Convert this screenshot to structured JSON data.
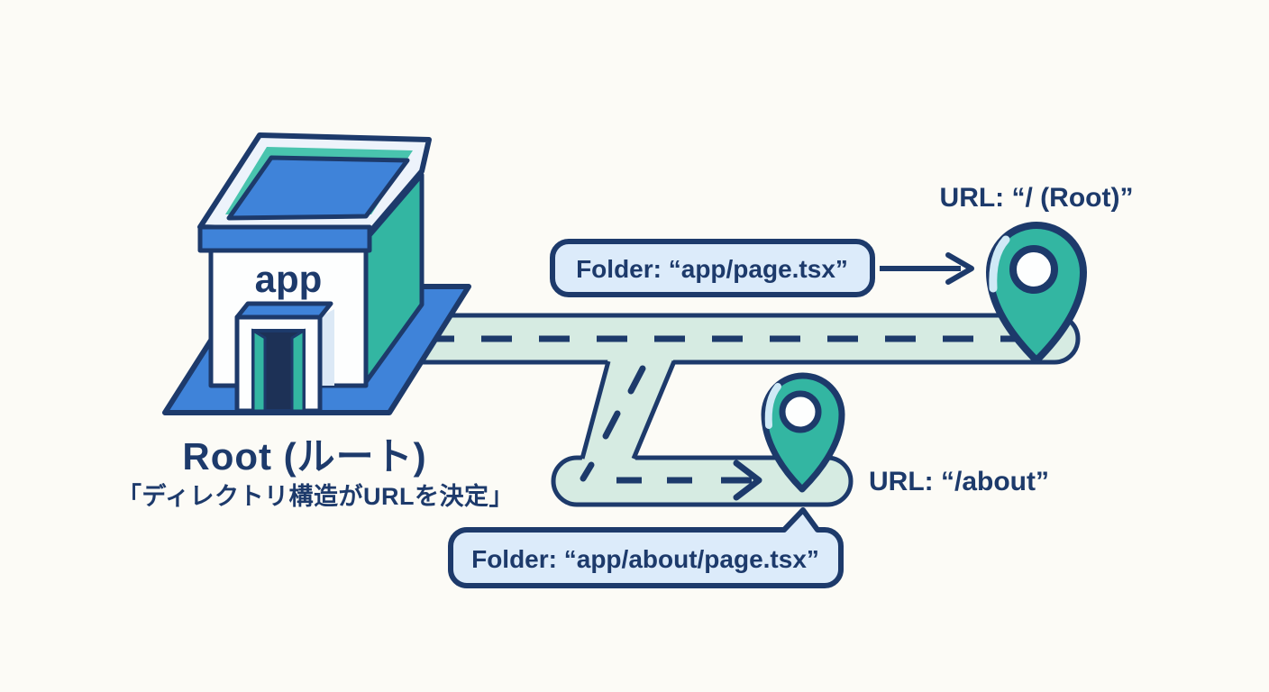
{
  "building": {
    "sign": "app",
    "caption_title": "Root (ルート)",
    "caption_subtitle": "「ディレクトリ構造がURLを決定」"
  },
  "routes": {
    "root": {
      "folder_label": "Folder: “app/page.tsx”",
      "url_label": "URL: “/ (Root)”"
    },
    "about": {
      "folder_label": "Folder: “app/about/page.tsx”",
      "url_label": "URL: “/about”"
    }
  },
  "colors": {
    "navy_outline": "#1d3a6b",
    "blue": "#3f83d9",
    "teal": "#33b6a2",
    "mint_road": "#d6ebe2",
    "label_box_fill": "#dcebfa",
    "roof_frame": "#edf3fb",
    "door_dark": "#1d3156",
    "background": "#fcfbf6"
  }
}
